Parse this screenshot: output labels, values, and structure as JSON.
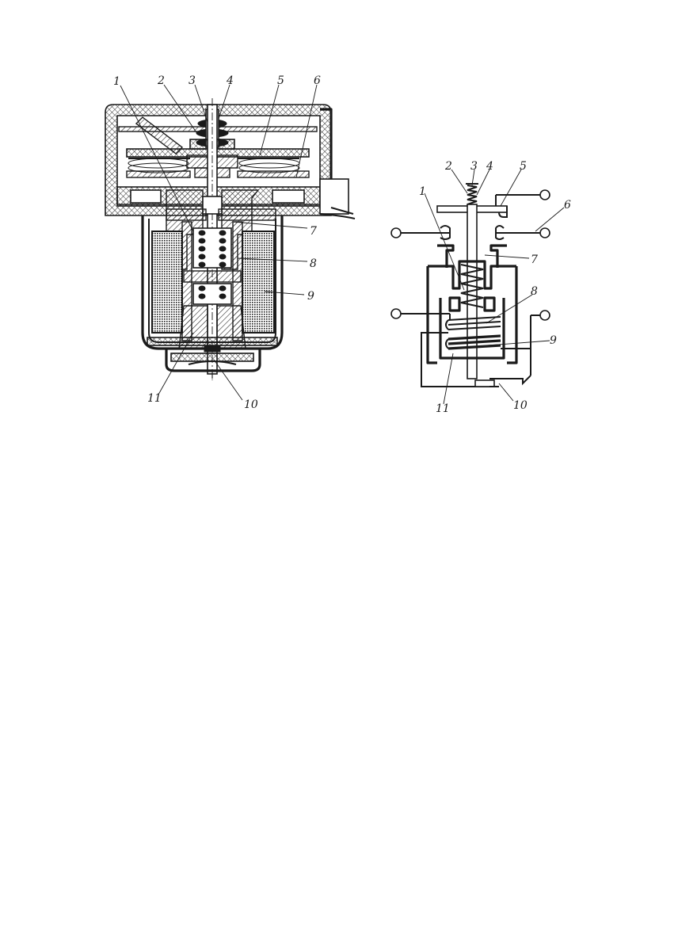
{
  "diagram": {
    "left_labels": [
      "1",
      "2",
      "3",
      "4",
      "5",
      "6",
      "7",
      "8",
      "9",
      "10",
      "11"
    ],
    "right_labels": [
      "1",
      "2",
      "3",
      "4",
      "5",
      "6",
      "7",
      "8",
      "9",
      "10",
      "11"
    ]
  },
  "colors": {
    "ink": "#1a1a1a",
    "paper": "#ffffff"
  }
}
